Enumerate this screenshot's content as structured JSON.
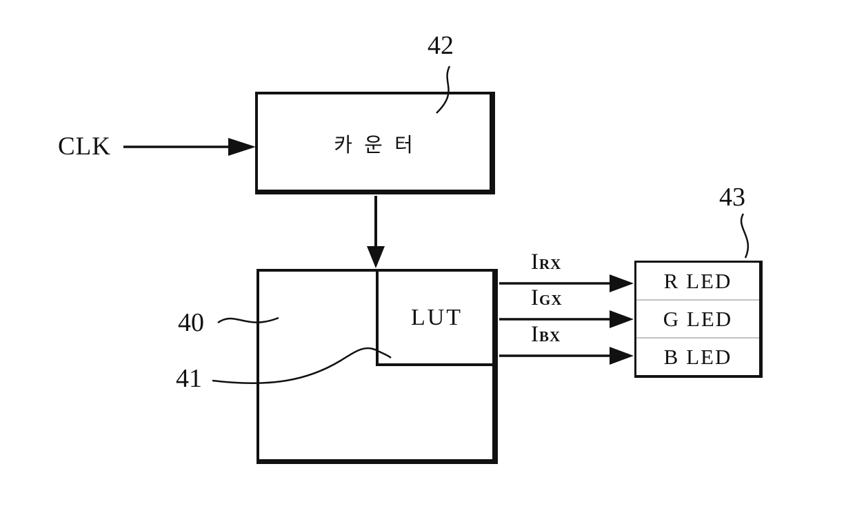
{
  "diagram": {
    "clk": "CLK",
    "counter": {
      "label": "카 운 터",
      "ref": "42"
    },
    "memory_block": {
      "ref": "40"
    },
    "lut": {
      "label": "LUT",
      "ref": "41"
    },
    "signals": [
      {
        "base": "I",
        "sub": "RX"
      },
      {
        "base": "I",
        "sub": "GX"
      },
      {
        "base": "I",
        "sub": "BX"
      }
    ],
    "led_block": {
      "ref": "43",
      "rows": [
        {
          "label": "R LED"
        },
        {
          "label": "G LED"
        },
        {
          "label": "B LED"
        }
      ]
    },
    "colors": {
      "line": "#111111",
      "background": "#ffffff"
    }
  }
}
